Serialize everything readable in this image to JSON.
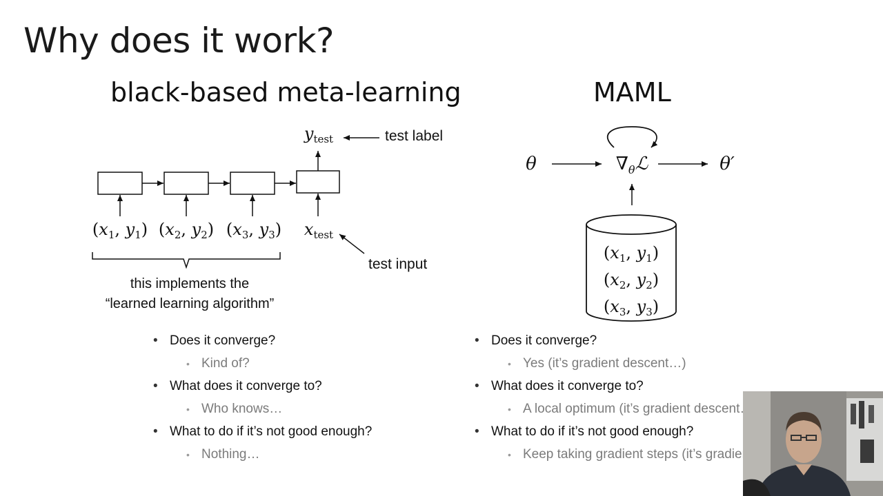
{
  "slide": {
    "title": "Why does it work?",
    "left_heading": "black-based meta-learning",
    "right_heading": "MAML"
  },
  "left_diagram": {
    "inputs": [
      "(x1, y1)",
      "(x2, y2)",
      "(x3, y3)",
      "xtest"
    ],
    "output": "ytest",
    "test_label": "test label",
    "test_input": "test input",
    "brace_caption": [
      "this implements the",
      "“learned learning algorithm”"
    ]
  },
  "right_diagram": {
    "theta": "θ",
    "gradient": "∇θL",
    "theta_prime": "θ′",
    "dataset": [
      "(x1, y1)",
      "(x2, y2)",
      "(x3, y3)"
    ]
  },
  "left_bullets": [
    {
      "question": "Does it converge?",
      "answer": "Kind of?"
    },
    {
      "question": "What does it converge to?",
      "answer": "Who knows…"
    },
    {
      "question": "What to do if it’s not good enough?",
      "answer": "Nothing…"
    }
  ],
  "right_bullets": [
    {
      "question": "Does it converge?",
      "answer": "Yes (it’s gradient descent…)"
    },
    {
      "question": "What does it converge to?",
      "answer": "A local optimum (it’s gradient descent…)"
    },
    {
      "question": "What to do if it’s not good enough?",
      "answer": "Keep taking gradient steps (it’s gradient descent…)"
    }
  ],
  "colors": {
    "text": "#111111",
    "answer_gray": "#7b7b7b",
    "background": "#ffffff"
  }
}
